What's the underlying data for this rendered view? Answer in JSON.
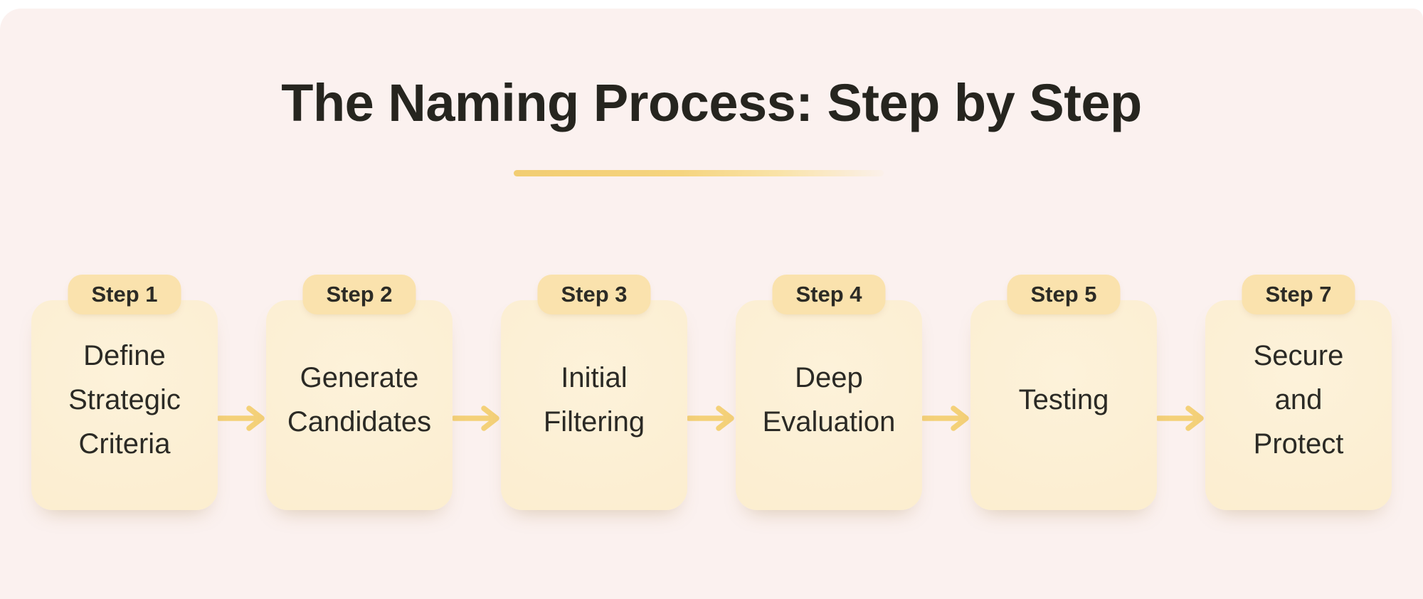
{
  "header": {
    "title": "The Naming Process: Step by Step"
  },
  "steps": [
    {
      "badge": "Step 1",
      "label": "Define\nStrategic\nCriteria"
    },
    {
      "badge": "Step 2",
      "label": "Generate\nCandidates"
    },
    {
      "badge": "Step 3",
      "label": "Initial\nFiltering"
    },
    {
      "badge": "Step 4",
      "label": "Deep\nEvaluation"
    },
    {
      "badge": "Step 5",
      "label": "Testing"
    },
    {
      "badge": "Step 7",
      "label": "Secure\nand\nProtect"
    }
  ],
  "connector": {
    "icon": "right-arrow-icon",
    "count": 5
  },
  "colors": {
    "page_background": "#fbf1ef",
    "card_background": "#fbeecf",
    "badge_background": "#fae2ad",
    "accent_gold": "#f4d179",
    "text": "#2b2a25"
  }
}
